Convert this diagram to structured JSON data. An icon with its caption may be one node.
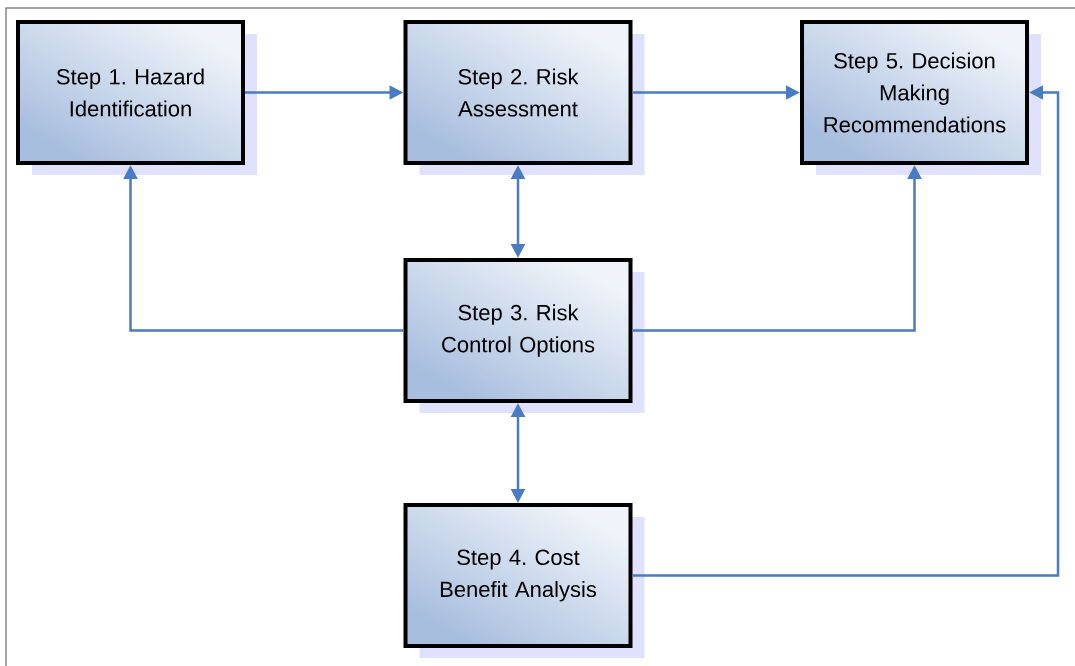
{
  "diagram": {
    "nodes": [
      {
        "text": [
          "Step 1. Hazard Identification"
        ]
      },
      {
        "text": [
          "Step 2. Risk Assessment"
        ]
      },
      {
        "text": [
          "Step 5. Decision Making Recommendations"
        ]
      },
      {
        "text": [
          "Step 3. Risk Control Options"
        ]
      },
      {
        "text": [
          "Step 4. Cost Benefit Analysis"
        ]
      }
    ],
    "edges": [
      {
        "from": 0,
        "to": 1,
        "arrow": "to"
      },
      {
        "from": 1,
        "to": 2,
        "arrow": "to"
      },
      {
        "from": 1,
        "to": 3,
        "arrow": "both"
      },
      {
        "from": 3,
        "to": 0,
        "arrow": "to"
      },
      {
        "from": 3,
        "to": 2,
        "arrow": "to"
      },
      {
        "from": 3,
        "to": 4,
        "arrow": "both"
      },
      {
        "from": 4,
        "to": 2,
        "arrow": "to"
      }
    ]
  }
}
